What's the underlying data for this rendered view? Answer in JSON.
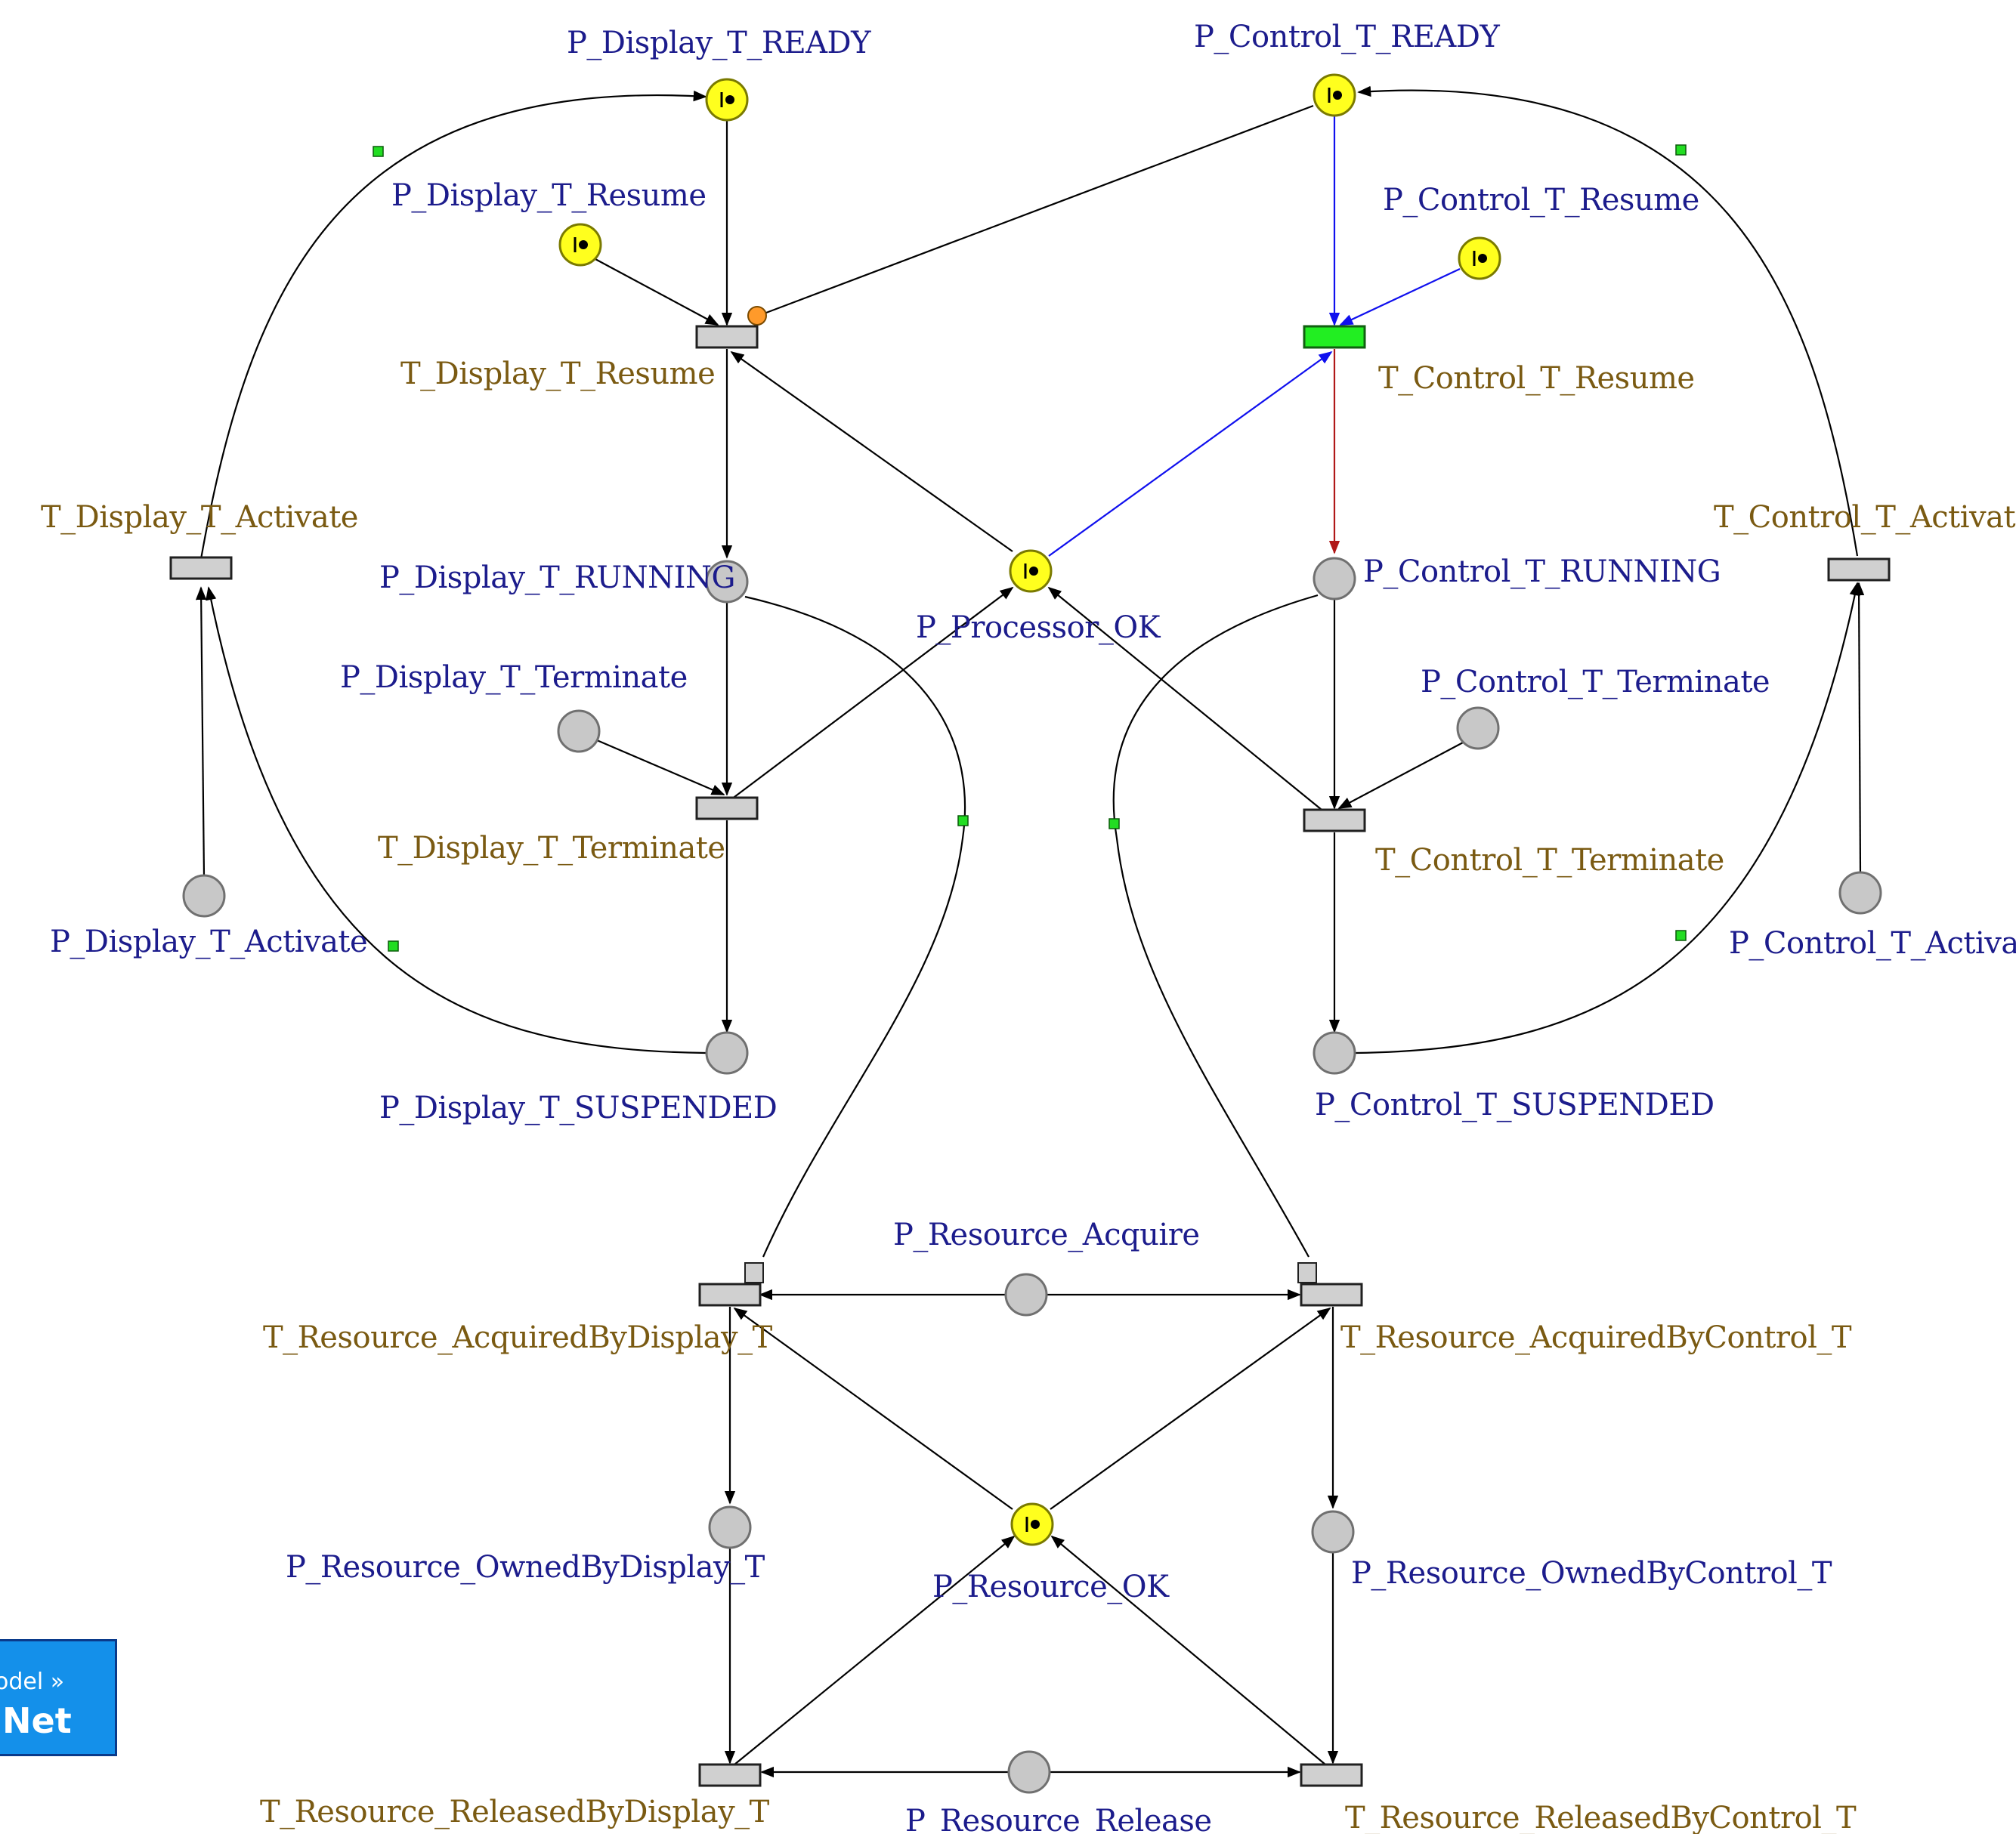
{
  "places": [
    {
      "id": "dReady",
      "label": "P_Display_T_READY",
      "tokens": 1
    },
    {
      "id": "dResume",
      "label": "P_Display_T_Resume",
      "tokens": 1
    },
    {
      "id": "dRunning",
      "label": "P_Display_T_RUNNING",
      "tokens": 0
    },
    {
      "id": "dTerm",
      "label": "P_Display_T_Terminate",
      "tokens": 0
    },
    {
      "id": "dAct",
      "label": "P_Display_T_Activate",
      "tokens": 0
    },
    {
      "id": "dSusp",
      "label": "P_Display_T_SUSPENDED",
      "tokens": 0
    },
    {
      "id": "cReady",
      "label": "P_Control_T_READY",
      "tokens": 1
    },
    {
      "id": "cResume",
      "label": "P_Control_T_Resume",
      "tokens": 1
    },
    {
      "id": "cRunning",
      "label": "P_Control_T_RUNNING",
      "tokens": 0
    },
    {
      "id": "cTerm",
      "label": "P_Control_T_Terminate",
      "tokens": 0
    },
    {
      "id": "cAct",
      "label": "P_Control_T_Activate",
      "tokens": 0
    },
    {
      "id": "cSusp",
      "label": "P_Control_T_SUSPENDED",
      "tokens": 0
    },
    {
      "id": "procOk",
      "label": "P_Processor_OK",
      "tokens": 1
    },
    {
      "id": "resAcq",
      "label": "P_Resource_Acquire",
      "tokens": 0
    },
    {
      "id": "resOwnD",
      "label": "P_Resource_OwnedByDisplay_T",
      "tokens": 0
    },
    {
      "id": "resOwnC",
      "label": "P_Resource_OwnedByControl_T",
      "tokens": 0
    },
    {
      "id": "resOk",
      "label": "P_Resource_OK",
      "tokens": 1
    },
    {
      "id": "resRel",
      "label": "P_Resource_Release",
      "tokens": 0
    }
  ],
  "transitions": [
    {
      "id": "tdResume",
      "label": "T_Display_T_Resume",
      "enabled": false
    },
    {
      "id": "tdTerm",
      "label": "T_Display_T_Terminate",
      "enabled": false
    },
    {
      "id": "tdAct",
      "label": "T_Display_T_Activate",
      "enabled": false
    },
    {
      "id": "tcResume",
      "label": "T_Control_T_Resume",
      "enabled": true
    },
    {
      "id": "tcTerm",
      "label": "T_Control_T_Terminate",
      "enabled": false
    },
    {
      "id": "tcAct",
      "label": "T_Control_T_Activate",
      "enabled": false
    },
    {
      "id": "trAcqD",
      "label": "T_Resource_AcquiredByDisplay_T",
      "enabled": false
    },
    {
      "id": "trAcqC",
      "label": "T_Resource_AcquiredByControl_T",
      "enabled": false
    },
    {
      "id": "trRelD",
      "label": "T_Resource_ReleasedByDisplay_T",
      "enabled": false
    },
    {
      "id": "trRelC",
      "label": "T_Resource_ReleasedByControl_T",
      "enabled": false
    }
  ],
  "arcs": [
    {
      "from": "dReady",
      "to": "tdResume"
    },
    {
      "from": "dResume",
      "to": "tdResume"
    },
    {
      "from": "cReady",
      "to": "tdResume",
      "kind": "inhibitor"
    },
    {
      "from": "procOk",
      "to": "tdResume"
    },
    {
      "from": "tdResume",
      "to": "dRunning"
    },
    {
      "from": "dRunning",
      "to": "tdTerm"
    },
    {
      "from": "dTerm",
      "to": "tdTerm"
    },
    {
      "from": "tdTerm",
      "to": "procOk"
    },
    {
      "from": "tdTerm",
      "to": "dSusp"
    },
    {
      "from": "dSusp",
      "to": "tdAct"
    },
    {
      "from": "dAct",
      "to": "tdAct"
    },
    {
      "from": "tdAct",
      "to": "dReady"
    },
    {
      "from": "cReady",
      "to": "tcResume",
      "color": "blue"
    },
    {
      "from": "cResume",
      "to": "tcResume",
      "color": "blue"
    },
    {
      "from": "procOk",
      "to": "tcResume",
      "color": "blue"
    },
    {
      "from": "tcResume",
      "to": "cRunning",
      "color": "red"
    },
    {
      "from": "cRunning",
      "to": "tcTerm"
    },
    {
      "from": "cTerm",
      "to": "tcTerm"
    },
    {
      "from": "tcTerm",
      "to": "procOk"
    },
    {
      "from": "tcTerm",
      "to": "cSusp"
    },
    {
      "from": "cSusp",
      "to": "tcAct"
    },
    {
      "from": "cAct",
      "to": "tcAct"
    },
    {
      "from": "tcAct",
      "to": "cReady"
    },
    {
      "from": "dRunning",
      "to": "trAcqD",
      "kind": "test"
    },
    {
      "from": "cRunning",
      "to": "trAcqC",
      "kind": "test"
    },
    {
      "from": "resAcq",
      "to": "trAcqD"
    },
    {
      "from": "resAcq",
      "to": "trAcqC"
    },
    {
      "from": "resOk",
      "to": "trAcqD"
    },
    {
      "from": "resOk",
      "to": "trAcqC"
    },
    {
      "from": "trAcqD",
      "to": "resOwnD"
    },
    {
      "from": "trAcqC",
      "to": "resOwnC"
    },
    {
      "from": "resOwnD",
      "to": "trRelD"
    },
    {
      "from": "resOwnC",
      "to": "trRelC"
    },
    {
      "from": "trRelD",
      "to": "resOk"
    },
    {
      "from": "trRelC",
      "to": "resOk"
    },
    {
      "from": "resRel",
      "to": "trRelD"
    },
    {
      "from": "resRel",
      "to": "trRelC"
    }
  ],
  "badge": {
    "small": "odel »",
    "big": "Net"
  },
  "colors": {
    "marked_place": "#ffff1e",
    "empty_place": "#c8c8c8",
    "enabled_transition": "#22ee22",
    "transition": "#d0d0d0",
    "label_place": "#1c1c8c",
    "label_transition": "#7a5a12",
    "arc_enabled": "#1010ee",
    "arc_output_enabled": "#b01818"
  }
}
